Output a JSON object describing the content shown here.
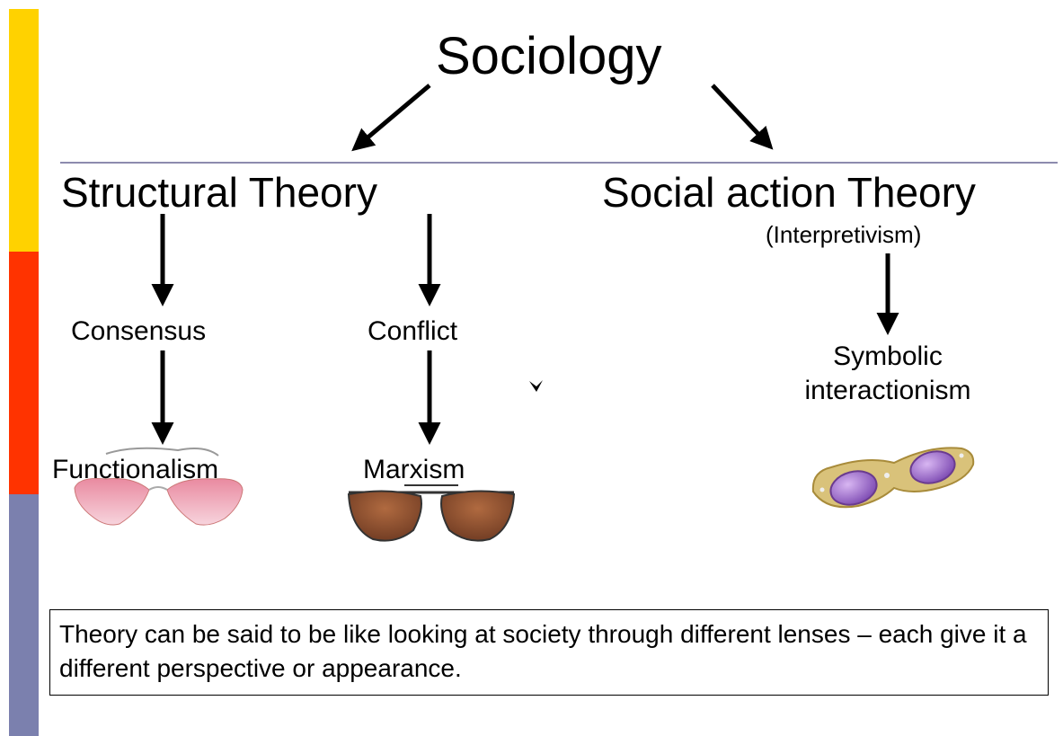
{
  "title": "Sociology",
  "branches": {
    "structural": {
      "label": "Structural Theory"
    },
    "social_action": {
      "label": "Social action Theory",
      "subtitle": "(Interpretivism)"
    }
  },
  "nodes": {
    "consensus": "Consensus",
    "conflict": "Conflict",
    "symbolic_line1": "Symbolic",
    "symbolic_line2": "interactionism",
    "functionalism": "Functionalism",
    "marxism": "Marxism"
  },
  "caption": "Theory can be said to be like looking at society through different lenses – each give it a different perspective or appearance.",
  "colors": {
    "bar_yellow": "#FFD200",
    "bar_red": "#FF3300",
    "bar_purple": "#7B80AE",
    "rule": "#8D8BAE",
    "pink_lens": "#E8869C",
    "brown_lens": "#8A4A2C",
    "purple_lens": "#8B5FBF",
    "gold_frame": "#D9C27A"
  },
  "icons": [
    "pink-heart-sunglasses-icon",
    "aviator-sunglasses-icon",
    "purple-jeweled-glasses-icon"
  ]
}
